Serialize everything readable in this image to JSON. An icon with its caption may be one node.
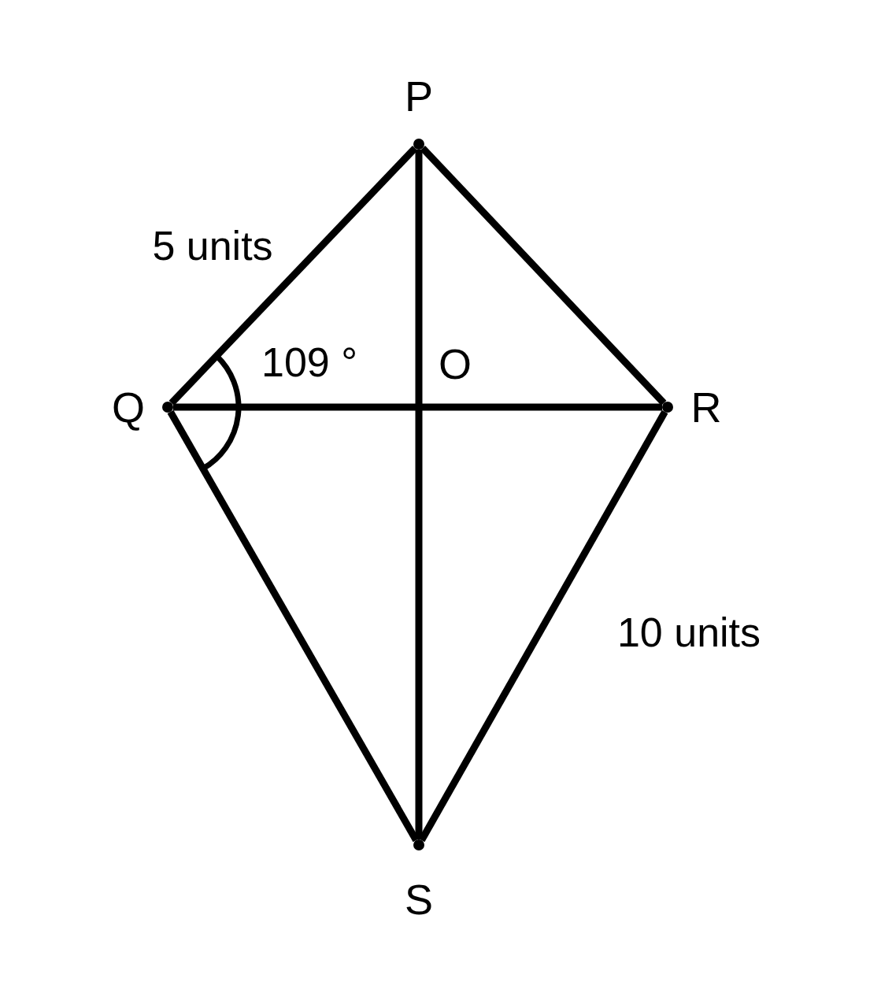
{
  "diagram": {
    "nodes": [
      {
        "text": [],
        "shape": "point",
        "beside": [
          "P"
        ]
      },
      {
        "text": [],
        "shape": "point",
        "beside": [
          "Q"
        ]
      },
      {
        "text": [],
        "shape": "point",
        "beside": [
          "R"
        ]
      },
      {
        "text": [],
        "shape": "point",
        "beside": [
          "S"
        ]
      }
    ],
    "edges": [
      {
        "from": 0,
        "to": 1,
        "arrow": "none",
        "label": "5 units"
      },
      {
        "from": 0,
        "to": 2,
        "arrow": "none"
      },
      {
        "from": 1,
        "to": 2,
        "arrow": "none"
      },
      {
        "from": 0,
        "to": 3,
        "arrow": "none"
      },
      {
        "from": 1,
        "to": 3,
        "arrow": "none"
      },
      {
        "from": 2,
        "to": 3,
        "arrow": "none",
        "label": "10 units"
      }
    ],
    "labels": [
      "109 °",
      "O"
    ]
  }
}
